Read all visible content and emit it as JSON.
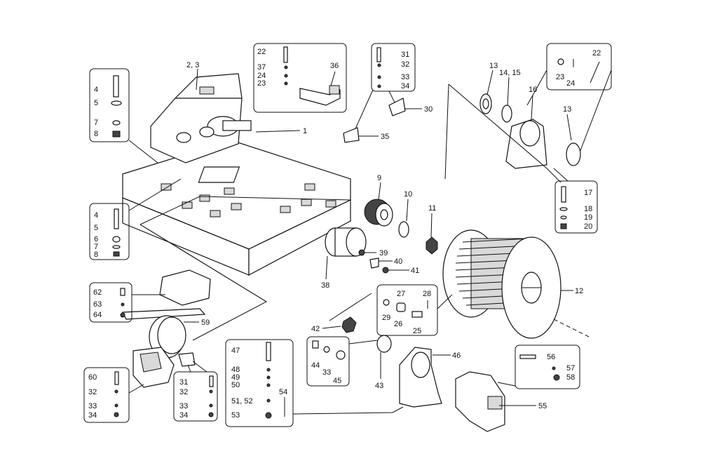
{
  "callouts": {
    "c1": "1",
    "c23": "2, 3",
    "c9": "9",
    "c10": "10",
    "c11": "11",
    "c12": "12",
    "c13a": "13",
    "c1415": "14, 15",
    "c16": "16",
    "c13b": "13",
    "c30": "30",
    "c35": "35",
    "c36": "36",
    "c38": "38",
    "c39": "39",
    "c40": "40",
    "c41": "41",
    "c42": "42",
    "c43": "43",
    "c46": "46",
    "c55": "55",
    "c59": "59"
  },
  "box_a": [
    "4",
    "5",
    "7",
    "8"
  ],
  "box_b": [
    "4",
    "5",
    "6",
    "7",
    "8"
  ],
  "box_c": [
    "22",
    "37",
    "24",
    "23"
  ],
  "box_d": [
    "31",
    "32",
    "33",
    "34"
  ],
  "box_e": {
    "top": "22",
    "left": "23",
    "mid": "24"
  },
  "box_f": [
    "17",
    "18",
    "19",
    "20"
  ],
  "box_g": [
    "62",
    "63",
    "64"
  ],
  "box_h": {
    "a": "27",
    "b": "28",
    "c": "29",
    "d": "26",
    "e": "25"
  },
  "box_i": {
    "a": "44",
    "b": "33",
    "c": "45"
  },
  "box_j": [
    "47",
    "48",
    "49",
    "50",
    "51, 52",
    "53",
    "54"
  ],
  "box_k": [
    "56",
    "57",
    "58"
  ],
  "box_l": [
    "60",
    "32",
    "33",
    "34"
  ],
  "box_m": [
    "31",
    "32",
    "33",
    "34"
  ]
}
